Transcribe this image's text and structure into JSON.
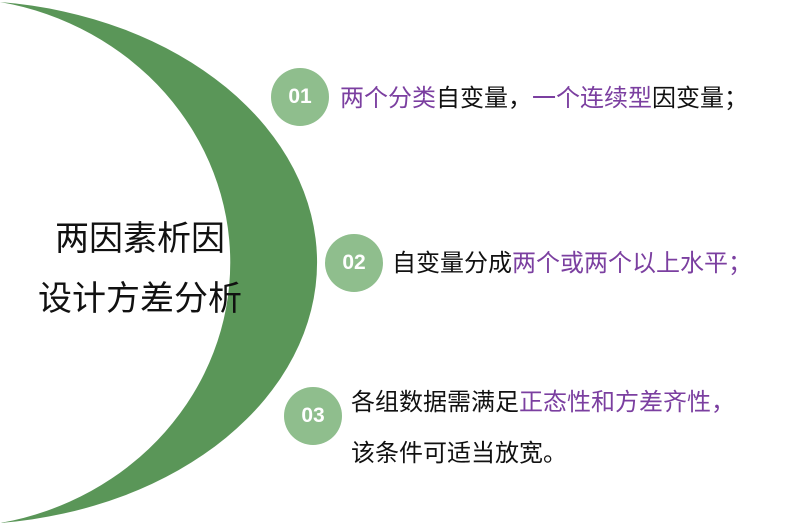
{
  "colors": {
    "crescent": "#5a9658",
    "badge": "#8fbe8d",
    "accent": "#7b3fa0",
    "text": "#111111"
  },
  "title": {
    "line1": "两因素析因",
    "line2": "设计方差分析"
  },
  "items": [
    {
      "number": "01",
      "lines": [
        [
          {
            "text": "两个分类",
            "accent": true
          },
          {
            "text": "自变量，",
            "accent": false
          },
          {
            "text": "一个连续型",
            "accent": true
          },
          {
            "text": "因变量；",
            "accent": false
          }
        ]
      ]
    },
    {
      "number": "02",
      "lines": [
        [
          {
            "text": "自变量分成",
            "accent": false
          },
          {
            "text": "两个或两个以上水平；",
            "accent": true
          }
        ]
      ]
    },
    {
      "number": "03",
      "lines": [
        [
          {
            "text": "各组数据需满足",
            "accent": false
          },
          {
            "text": "正态性和方差齐性，",
            "accent": true
          }
        ],
        [
          {
            "text": "该条件可适当放宽。",
            "accent": false
          }
        ]
      ]
    }
  ]
}
